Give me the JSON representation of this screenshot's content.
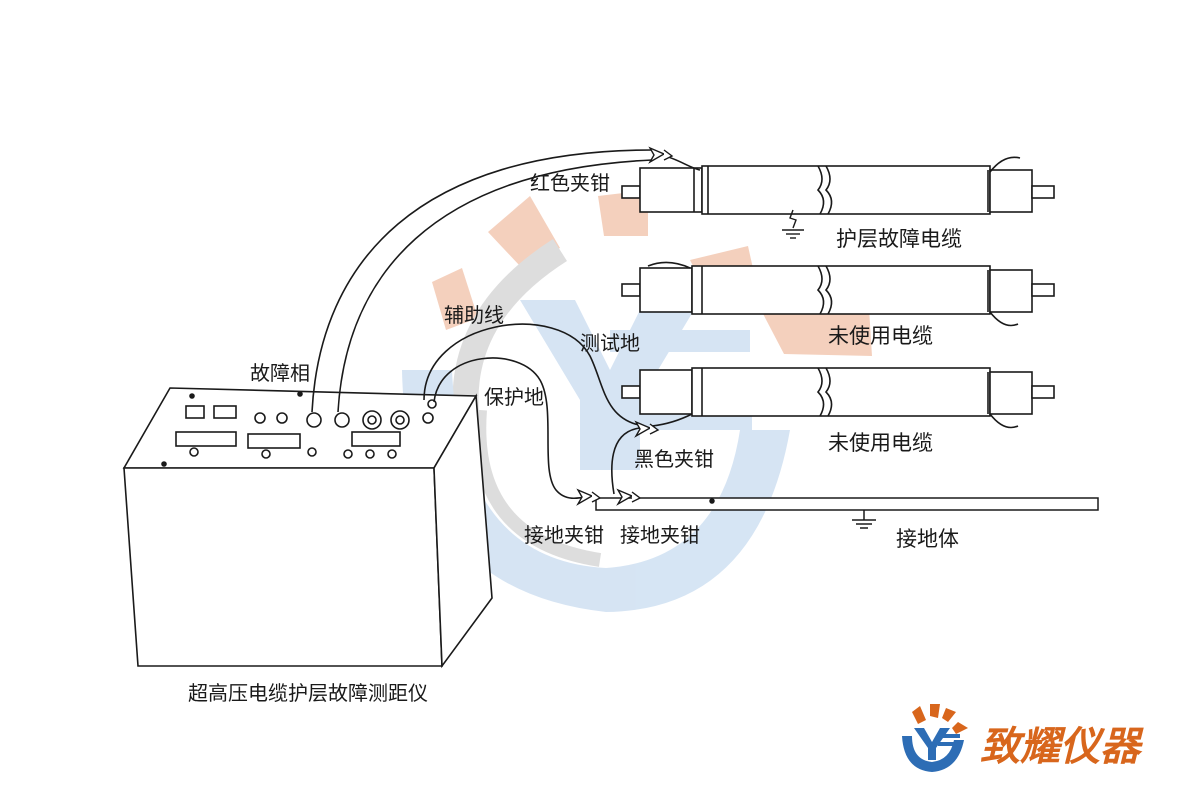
{
  "labels": {
    "red_clamp": "红色夹钳",
    "fault_cable": "护层故障电缆",
    "unused_cable_1": "未使用电缆",
    "unused_cable_2": "未使用电缆",
    "auxiliary_line": "辅助线",
    "test_ground": "测试地",
    "fault_phase": "故障相",
    "protective_ground": "保护地",
    "black_clamp": "黑色夹钳",
    "ground_clamp_1": "接地夹钳",
    "ground_clamp_2": "接地夹钳",
    "ground_body": "接地体",
    "instrument": "超高压电缆护层故障测距仪"
  },
  "brand": {
    "name": "致耀仪器"
  },
  "colors": {
    "line": "#1a1a1a",
    "watermark_orange": "#f3c8b2",
    "watermark_blue": "#cfe0f2",
    "watermark_gray": "#d8d8d8",
    "brand_orange": "#d8661c",
    "brand_blue": "#2d6db5"
  }
}
